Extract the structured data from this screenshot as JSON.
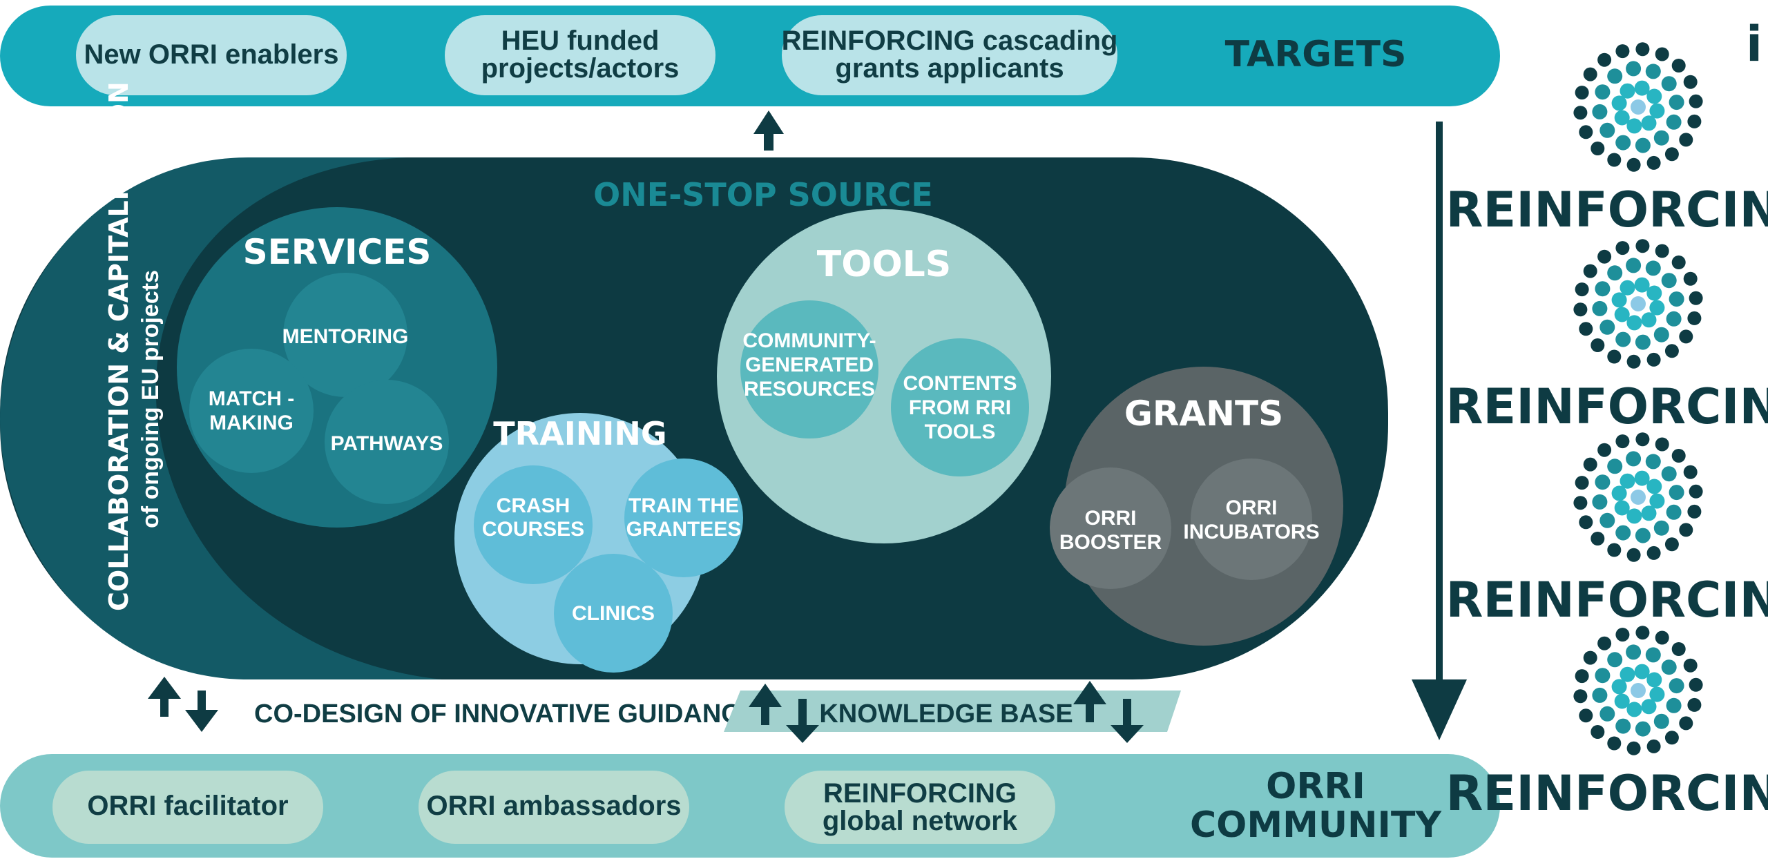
{
  "targets": {
    "pills": [
      "New ORRI enablers",
      [
        "HEU funded",
        "projects/actors"
      ],
      [
        "REINFORCING cascading",
        "grants applicants"
      ]
    ],
    "label": "TARGETS"
  },
  "one_stop_source": "ONE-STOP SOURCE",
  "side_label": {
    "line1": "COLLABORATION & CAPITALISATION",
    "line2": "of ongoing EU projects"
  },
  "services": {
    "title": "SERVICES",
    "items": [
      "MENTORING",
      [
        "MATCH -",
        "MAKING"
      ],
      "PATHWAYS"
    ]
  },
  "training": {
    "title": "TRAINING",
    "items": [
      [
        "CRASH",
        "COURSES"
      ],
      [
        "TRAIN THE",
        "GRANTEES"
      ],
      "CLINICS"
    ]
  },
  "tools": {
    "title": "TOOLS",
    "items": [
      [
        "COMMUNITY-",
        "GENERATED",
        "RESOURCES"
      ],
      [
        "CONTENTS",
        "FROM RRI",
        "TOOLS"
      ]
    ]
  },
  "grants": {
    "title": "GRANTS",
    "items": [
      [
        "ORRI",
        "BOOSTER"
      ],
      [
        "ORRI",
        "INCUBATORS"
      ]
    ]
  },
  "codesign": "CO-DESIGN OF INNOVATIVE GUIDANCE",
  "knowledge_base": "KNOWLEDGE BASE",
  "community": {
    "pills": [
      "ORRI facilitator",
      "ORRI ambassadors",
      [
        "REINFORCING",
        "global network"
      ]
    ],
    "label": [
      "ORRI",
      "COMMUNITY"
    ]
  },
  "brand": {
    "name": "REINFORCING",
    "count": 4,
    "corner_letter": "i"
  },
  "colors": {
    "teal_band": "#16aabb",
    "community_band": "#7ec8c8",
    "dark_capsule": "#0d3a42",
    "services": "#1a7380",
    "training": "#8dcde3",
    "tools": "#a2d1ce",
    "grants": "#5a6466",
    "pill_light": "#b9e3e8"
  }
}
